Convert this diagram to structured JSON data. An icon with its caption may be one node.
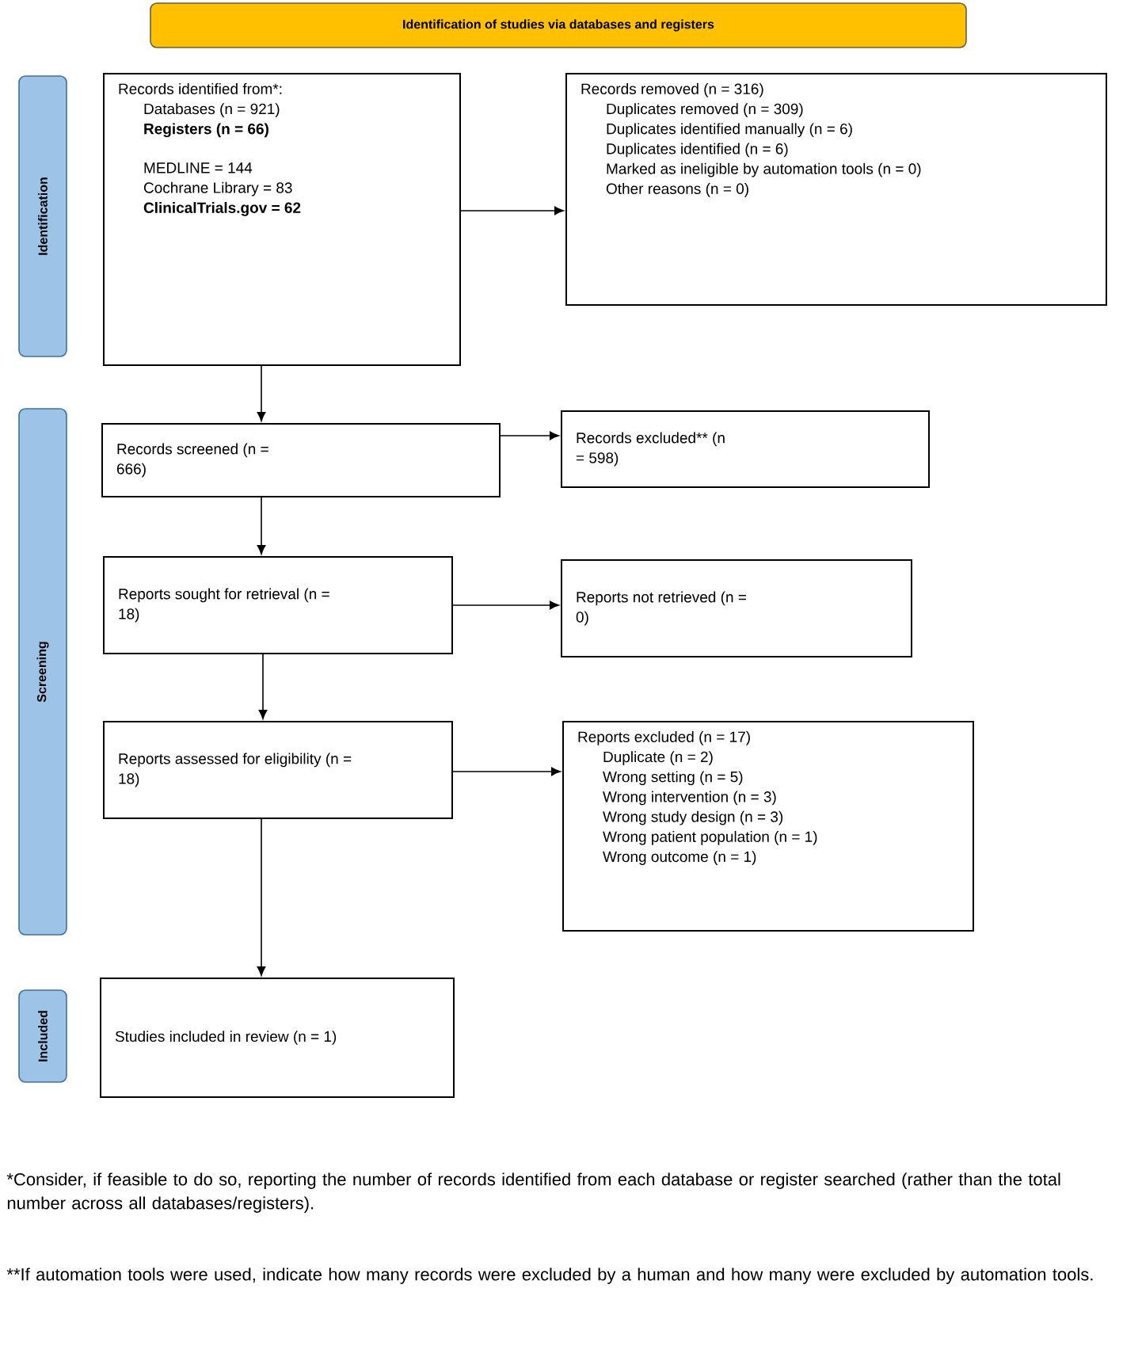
{
  "diagram": {
    "nodes": [
      {
        "text": [
          "Identification of studies via databases and registers"
        ]
      },
      {
        "text": [
          "Identification"
        ]
      },
      {
        "text": [
          "Screening"
        ]
      },
      {
        "text": [
          "Included"
        ]
      },
      {
        "text": [
          "Records identified from*:",
          "Databases (n = 921)",
          "**Registers (n = 66)**",
          "MEDLINE = 144",
          "Cochrane Library = 83",
          "**ClinicalTrials.gov = 62**"
        ]
      },
      {
        "text": [
          "Records removed (n = 316)",
          "Duplicates removed (n = 309)",
          "Duplicates identified manually (n = 6)",
          "Duplicates identified (n = 6)",
          "Marked as ineligible by automation tools (n = 0)",
          "Other reasons (n = 0)"
        ]
      },
      {
        "text": [
          "Records screened (n = 666)"
        ]
      },
      {
        "text": [
          "Records excluded** (n = 598)"
        ]
      },
      {
        "text": [
          "Reports sought for retrieval (n = 18)"
        ]
      },
      {
        "text": [
          "Reports not retrieved (n = 0)"
        ]
      },
      {
        "text": [
          "Reports assessed for eligibility (n = 18)"
        ]
      },
      {
        "text": [
          "Reports excluded (n = 17)",
          "Duplicate (n = 2)",
          "Wrong setting (n = 5)",
          "Wrong intervention (n = 3)",
          "Wrong study design (n = 3)",
          "Wrong patient population (n = 1)",
          "Wrong outcome (n = 1)"
        ]
      },
      {
        "text": [
          "Studies included in review (n = 1)"
        ]
      }
    ],
    "edges": [
      {
        "from": 4,
        "to": 5,
        "arrow": "to"
      },
      {
        "from": 4,
        "to": 6,
        "arrow": "to"
      },
      {
        "from": 6,
        "to": 7,
        "arrow": "to"
      },
      {
        "from": 6,
        "to": 8,
        "arrow": "to"
      },
      {
        "from": 8,
        "to": 9,
        "arrow": "to"
      },
      {
        "from": 8,
        "to": 10,
        "arrow": "to"
      },
      {
        "from": 10,
        "to": 11,
        "arrow": "to"
      },
      {
        "from": 10,
        "to": 12,
        "arrow": "to"
      }
    ],
    "labels": [
      "*Consider, if feasible to do so, reporting the number of records identified from each database or register searched (rather than the total number across all databases/registers).",
      "**If automation tools were used, indicate how many records were excluded by a human and how many were excluded by automation tools."
    ]
  }
}
